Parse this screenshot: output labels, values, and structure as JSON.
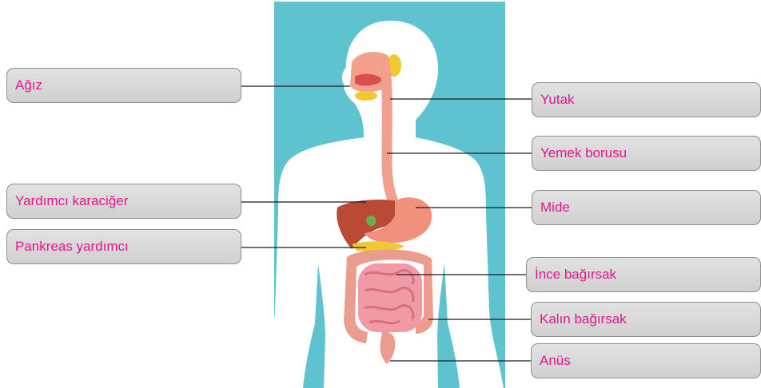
{
  "colors": {
    "label_text": "#e0178a",
    "panel_background": "#5ec3cf",
    "body_silhouette": "#ffffff",
    "leader_line": "#1a1a1a"
  },
  "labels": {
    "left": [
      {
        "id": "mouth",
        "text": "Ağız"
      },
      {
        "id": "liver",
        "text": "Yardımcı karaciğer"
      },
      {
        "id": "pancreas",
        "text": "Pankreas yardımcı"
      }
    ],
    "right": [
      {
        "id": "pharynx",
        "text": "Yutak"
      },
      {
        "id": "esophagus",
        "text": "Yemek borusu"
      },
      {
        "id": "stomach",
        "text": "Mide"
      },
      {
        "id": "small_intestine",
        "text": "İnce bağırsak"
      },
      {
        "id": "large_intestine",
        "text": "Kalın bağırsak"
      },
      {
        "id": "anus",
        "text": "Anüs"
      }
    ]
  }
}
